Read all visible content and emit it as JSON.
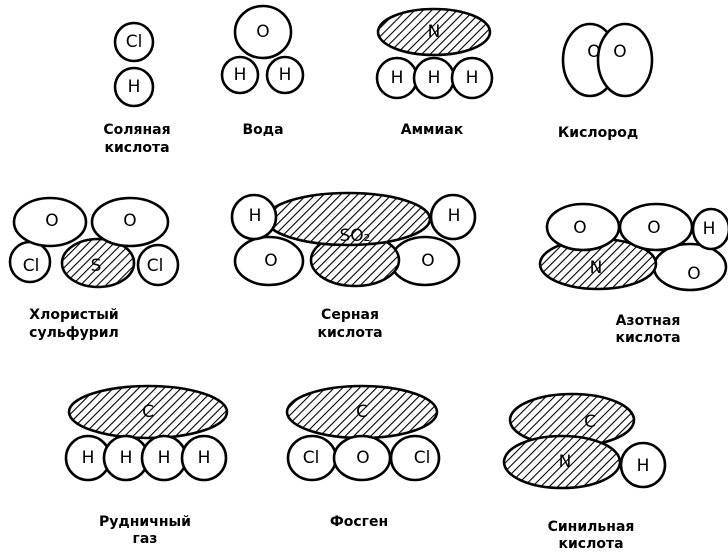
{
  "molecules": [
    {
      "name": "Соляная кислота",
      "caption": [
        "Соляная",
        "кислота"
      ]
    },
    {
      "name": "Вода",
      "caption": [
        "Вода"
      ]
    },
    {
      "name": "Аммиак",
      "caption": [
        "Аммиак"
      ]
    },
    {
      "name": "Кислород",
      "caption": [
        "Кислород"
      ]
    },
    {
      "name": "Хлористый сульфурил",
      "caption": [
        "Хлористый",
        "сульфурил"
      ]
    },
    {
      "name": "Серная кислота",
      "caption": [
        "Серная",
        "кислота"
      ]
    },
    {
      "name": "Азотная кислота",
      "caption": [
        "Азотная",
        "кислота"
      ]
    },
    {
      "name": "Рудничный газ",
      "caption": [
        "Рудничный",
        "газ"
      ]
    },
    {
      "name": "Фосген",
      "caption": [
        "Фосген"
      ]
    },
    {
      "name": "Синильная кислота",
      "caption": [
        "Синильная",
        "кислота"
      ]
    }
  ],
  "symbols": {
    "Cl": "Cl",
    "H": "H",
    "O": "O",
    "N": "N",
    "S": "S",
    "SO2": "SO₂",
    "C": "C"
  }
}
